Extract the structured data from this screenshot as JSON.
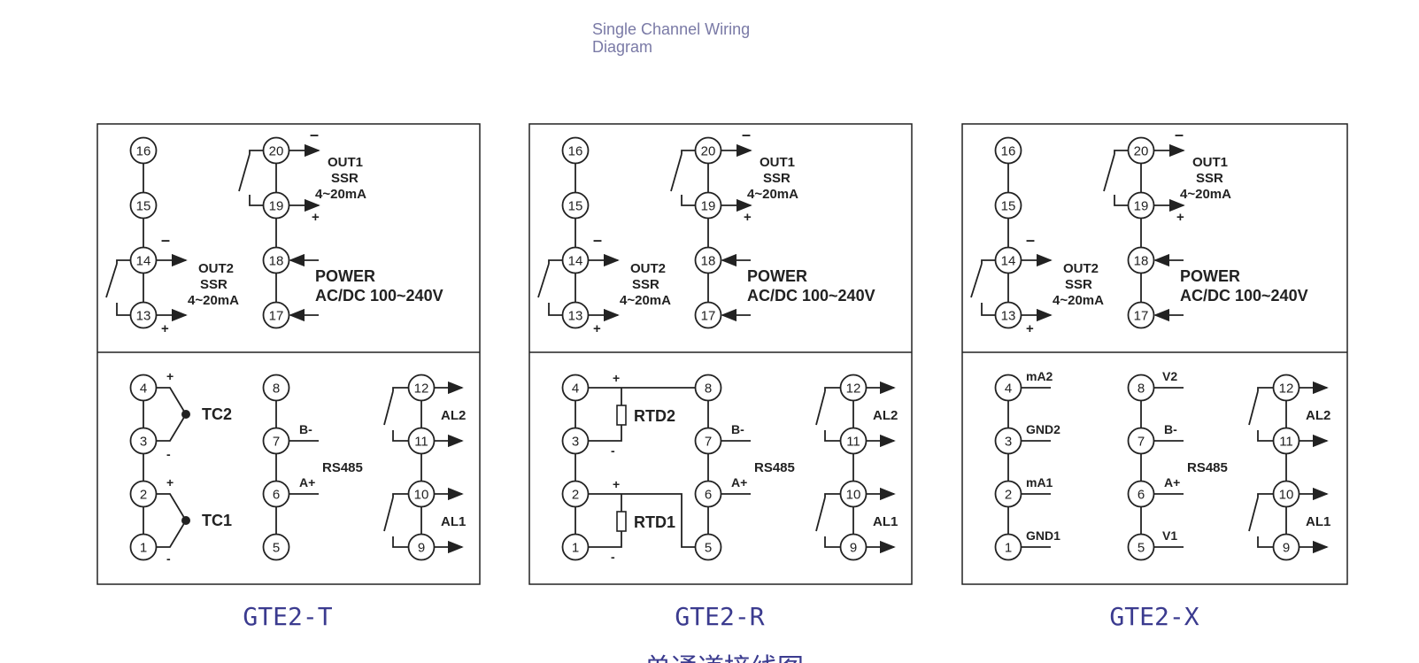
{
  "title": "Single Channel Wiring Diagram",
  "caption": "单通道接线图",
  "common_labels": {
    "out1": "OUT1",
    "out2": "OUT2",
    "ssr": "SSR",
    "ma": "4~20mA",
    "power": "POWER",
    "power_range": "AC/DC 100~240V",
    "minus": "–",
    "plus": "+",
    "al1": "AL1",
    "al2": "AL2",
    "rs485": "RS485",
    "b_minus": "B-",
    "a_plus": "A+"
  },
  "pins_upper": [
    "16",
    "15",
    "14",
    "13",
    "20",
    "19",
    "18",
    "17"
  ],
  "pins_lower_left": [
    "4",
    "3",
    "2",
    "1"
  ],
  "pins_lower_mid": [
    "8",
    "7",
    "6",
    "5"
  ],
  "pins_lower_right": [
    "12",
    "11",
    "10",
    "9"
  ],
  "models": [
    {
      "name": "GTE2-T",
      "inputs": {
        "upper": "TC2",
        "lower": "TC1",
        "plus": "+",
        "minus": "-"
      }
    },
    {
      "name": "GTE2-R",
      "inputs": {
        "upper": "RTD2",
        "lower": "RTD1",
        "plus": "+",
        "minus": "-"
      }
    },
    {
      "name": "GTE2-X",
      "inputs": {
        "pin4": "mA2",
        "pin3": "GND2",
        "pin2": "mA1",
        "pin1": "GND1",
        "pin8": "V2",
        "pin5": "V1"
      }
    }
  ]
}
